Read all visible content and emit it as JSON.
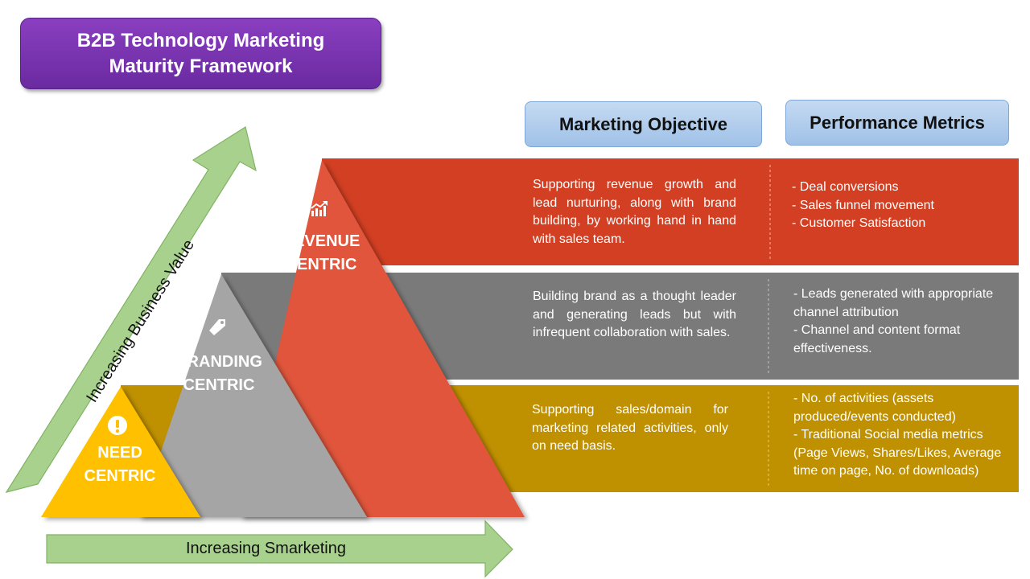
{
  "title": {
    "line1": "B2B Technology Marketing",
    "line2": "Maturity Framework"
  },
  "headers": {
    "objective": "Marketing Objective",
    "metrics": "Performance Metrics"
  },
  "levels": [
    {
      "label_line1": "REVENUE",
      "label_line2": "CENTRIC",
      "icon": "chart-growth-icon",
      "color": "#d23f22",
      "objective": "Supporting revenue growth and lead nurturing, along with brand building, by working hand in hand with sales team.",
      "metrics": [
        "- Deal conversions",
        "- Sales funnel movement",
        "- Customer Satisfaction"
      ]
    },
    {
      "label_line1": "BRANDING",
      "label_line2": "CENTRIC",
      "icon": "tag-icon",
      "color": "#7a7a7a",
      "objective": "Building brand as a thought leader and generating leads but with infrequent collaboration with sales.",
      "metrics": [
        "- Leads generated with appropriate channel attribution",
        "- Channel and content format effectiveness."
      ]
    },
    {
      "label_line1": "NEED",
      "label_line2": "CENTRIC",
      "icon": "exclamation-icon",
      "color": "#bf9000",
      "objective": "Supporting sales/domain for marketing related activities, only on need basis.",
      "metrics": [
        "- No. of activities (assets produced/events conducted)",
        "- Traditional Social media metrics (Page Views, Shares/Likes, Average time on page, No. of downloads)"
      ]
    }
  ],
  "arrows": {
    "vertical": "Increasing Business Value",
    "horizontal": "Increasing Smarketing"
  }
}
